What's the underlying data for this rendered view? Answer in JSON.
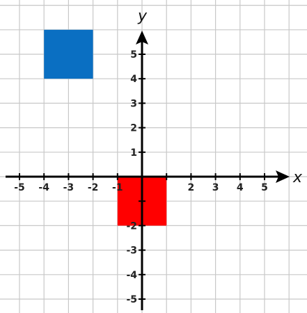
{
  "graph": {
    "x_axis_name": "x",
    "y_axis_name": "y",
    "x_ticks": [
      {
        "label": "-5",
        "value": -5
      },
      {
        "label": "-4",
        "value": -4
      },
      {
        "label": "-3",
        "value": -3
      },
      {
        "label": "-2",
        "value": -2
      },
      {
        "label": "-1",
        "value": -1
      },
      {
        "label": "2",
        "value": 2
      },
      {
        "label": "3",
        "value": 3
      },
      {
        "label": "4",
        "value": 4
      },
      {
        "label": "5",
        "value": 5
      }
    ],
    "y_ticks": [
      {
        "label": "5",
        "value": 5
      },
      {
        "label": "4",
        "value": 4
      },
      {
        "label": "3",
        "value": 3
      },
      {
        "label": "2",
        "value": 2
      },
      {
        "label": "1",
        "value": 1
      },
      {
        "label": "-2",
        "value": -2
      },
      {
        "label": "-3",
        "value": -3
      },
      {
        "label": "-4",
        "value": -4
      },
      {
        "label": "-5",
        "value": -5
      }
    ],
    "x_range": [
      -5.5,
      6
    ],
    "y_range": [
      -5.5,
      6
    ],
    "grid": true,
    "colors": {
      "grid": "#c8c8c8",
      "axis": "#000000"
    },
    "squares": [
      {
        "name": "blue-square",
        "color": "#0a6fc2",
        "x_min": -4,
        "x_max": -2,
        "y_min": 4,
        "y_max": 6
      },
      {
        "name": "red-square",
        "color": "#ff0000",
        "x_min": -1,
        "x_max": 1,
        "y_min": -2,
        "y_max": 0
      }
    ]
  }
}
